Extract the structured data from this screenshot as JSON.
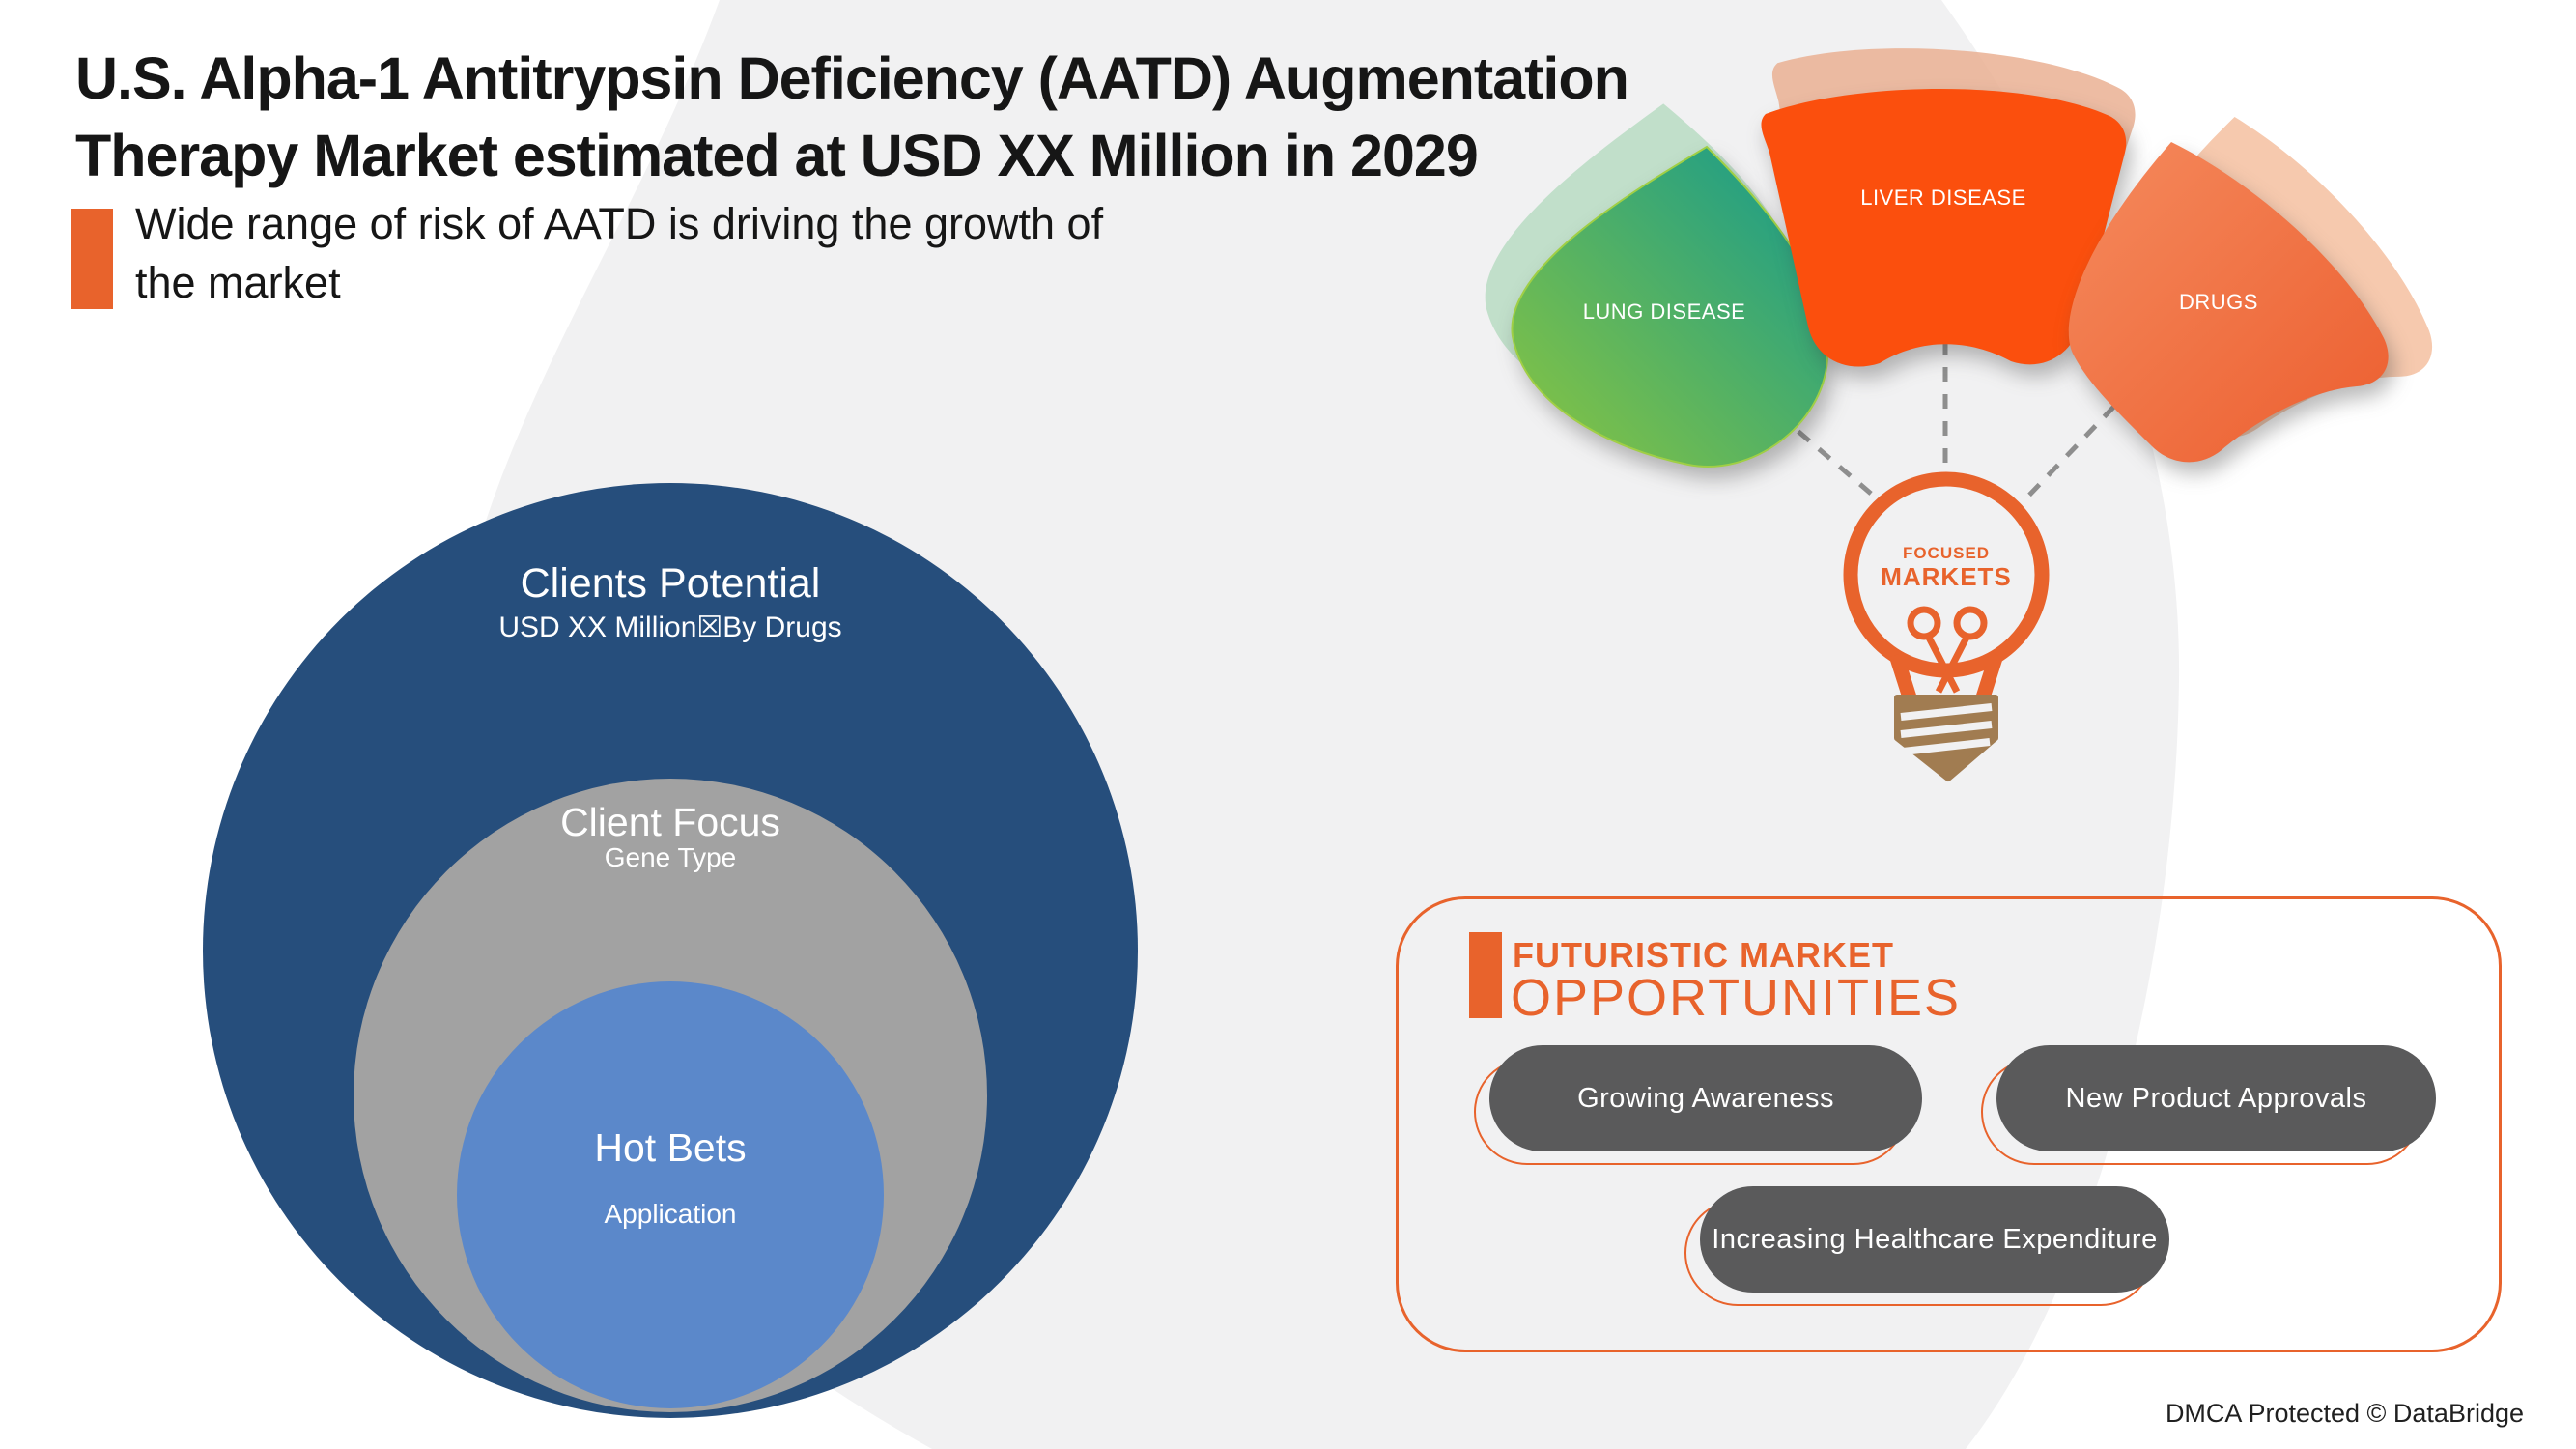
{
  "header": {
    "title_line1": "U.S. Alpha-1 Antitrypsin Deficiency (AATD) Augmentation",
    "title_line2": "Therapy Market estimated at USD XX Million in 2029",
    "highlight_line1": "Wide range of risk of AATD is driving the growth of",
    "highlight_line2": "the market",
    "accent_color": "#e8632c"
  },
  "funnel": {
    "outer": {
      "title": "Clients Potential",
      "subtitle": "USD XX Million☒By Drugs",
      "color": "#264e7c"
    },
    "middle": {
      "title": "Client Focus",
      "subtitle": "Gene Type",
      "color": "#a2a2a2"
    },
    "inner": {
      "title": "Hot Bets",
      "subtitle": "Application",
      "color": "#5b88ca"
    }
  },
  "focused_markets": {
    "bulb_line1": "FOCUSED",
    "bulb_line2": "MARKETS",
    "bulb_ring_color": "#e8632c",
    "bulb_base_color": "#a17c51",
    "petals": [
      {
        "label": "LUNG DISEASE",
        "color_start": "#8cc63f",
        "color_end": "#13998e"
      },
      {
        "label": "LIVER DISEASE",
        "color": "#fb4f0d"
      },
      {
        "label": "DRUGS",
        "color_start": "#f58a5d",
        "color_end": "#ec5e2f"
      }
    ]
  },
  "opportunities": {
    "heading_line1": "FUTURISTIC MARKET",
    "heading_line2": "OPPORTUNITIES",
    "items": [
      {
        "label": "Growing Awareness"
      },
      {
        "label": "New Product Approvals"
      },
      {
        "label": "Increasing Healthcare Expenditure"
      }
    ],
    "pill_color": "#5a5a5b",
    "outline_color": "#e8632c"
  },
  "footer": {
    "text": "DMCA Protected © DataBridge"
  }
}
